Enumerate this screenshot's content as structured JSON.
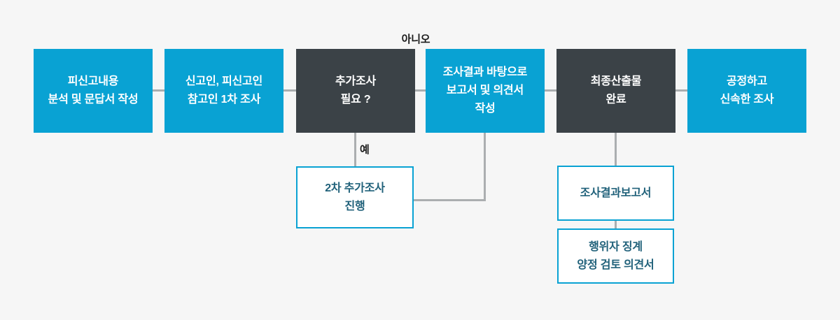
{
  "colors": {
    "background": "#f6f6f6",
    "blue": "#09a2d3",
    "dark": "#3b4247",
    "line": "#abaeb0",
    "teal_text": "#20617a",
    "label": "#1a1a1a"
  },
  "flow": {
    "main_steps": [
      {
        "label": "피신고내용\n분석 및 문답서 작성",
        "variant": "blue"
      },
      {
        "label": "신고인, 피신고인\n참고인 1차 조사",
        "variant": "blue"
      },
      {
        "label": "추가조사\n필요 ?",
        "variant": "dark"
      },
      {
        "label": "조사결과 바탕으로\n보고서 및 의견서\n작성",
        "variant": "blue"
      },
      {
        "label": "최종산출물\n완료",
        "variant": "dark"
      },
      {
        "label": "공정하고\n신속한 조사",
        "variant": "blue"
      }
    ],
    "decision_labels": {
      "no": "아니오",
      "yes": "예"
    },
    "sub_steps": [
      {
        "label": "2차 추가조사\n진행"
      },
      {
        "label": "조사결과보고서"
      },
      {
        "label": "행위자 징계\n양정 검토 의견서"
      }
    ]
  }
}
